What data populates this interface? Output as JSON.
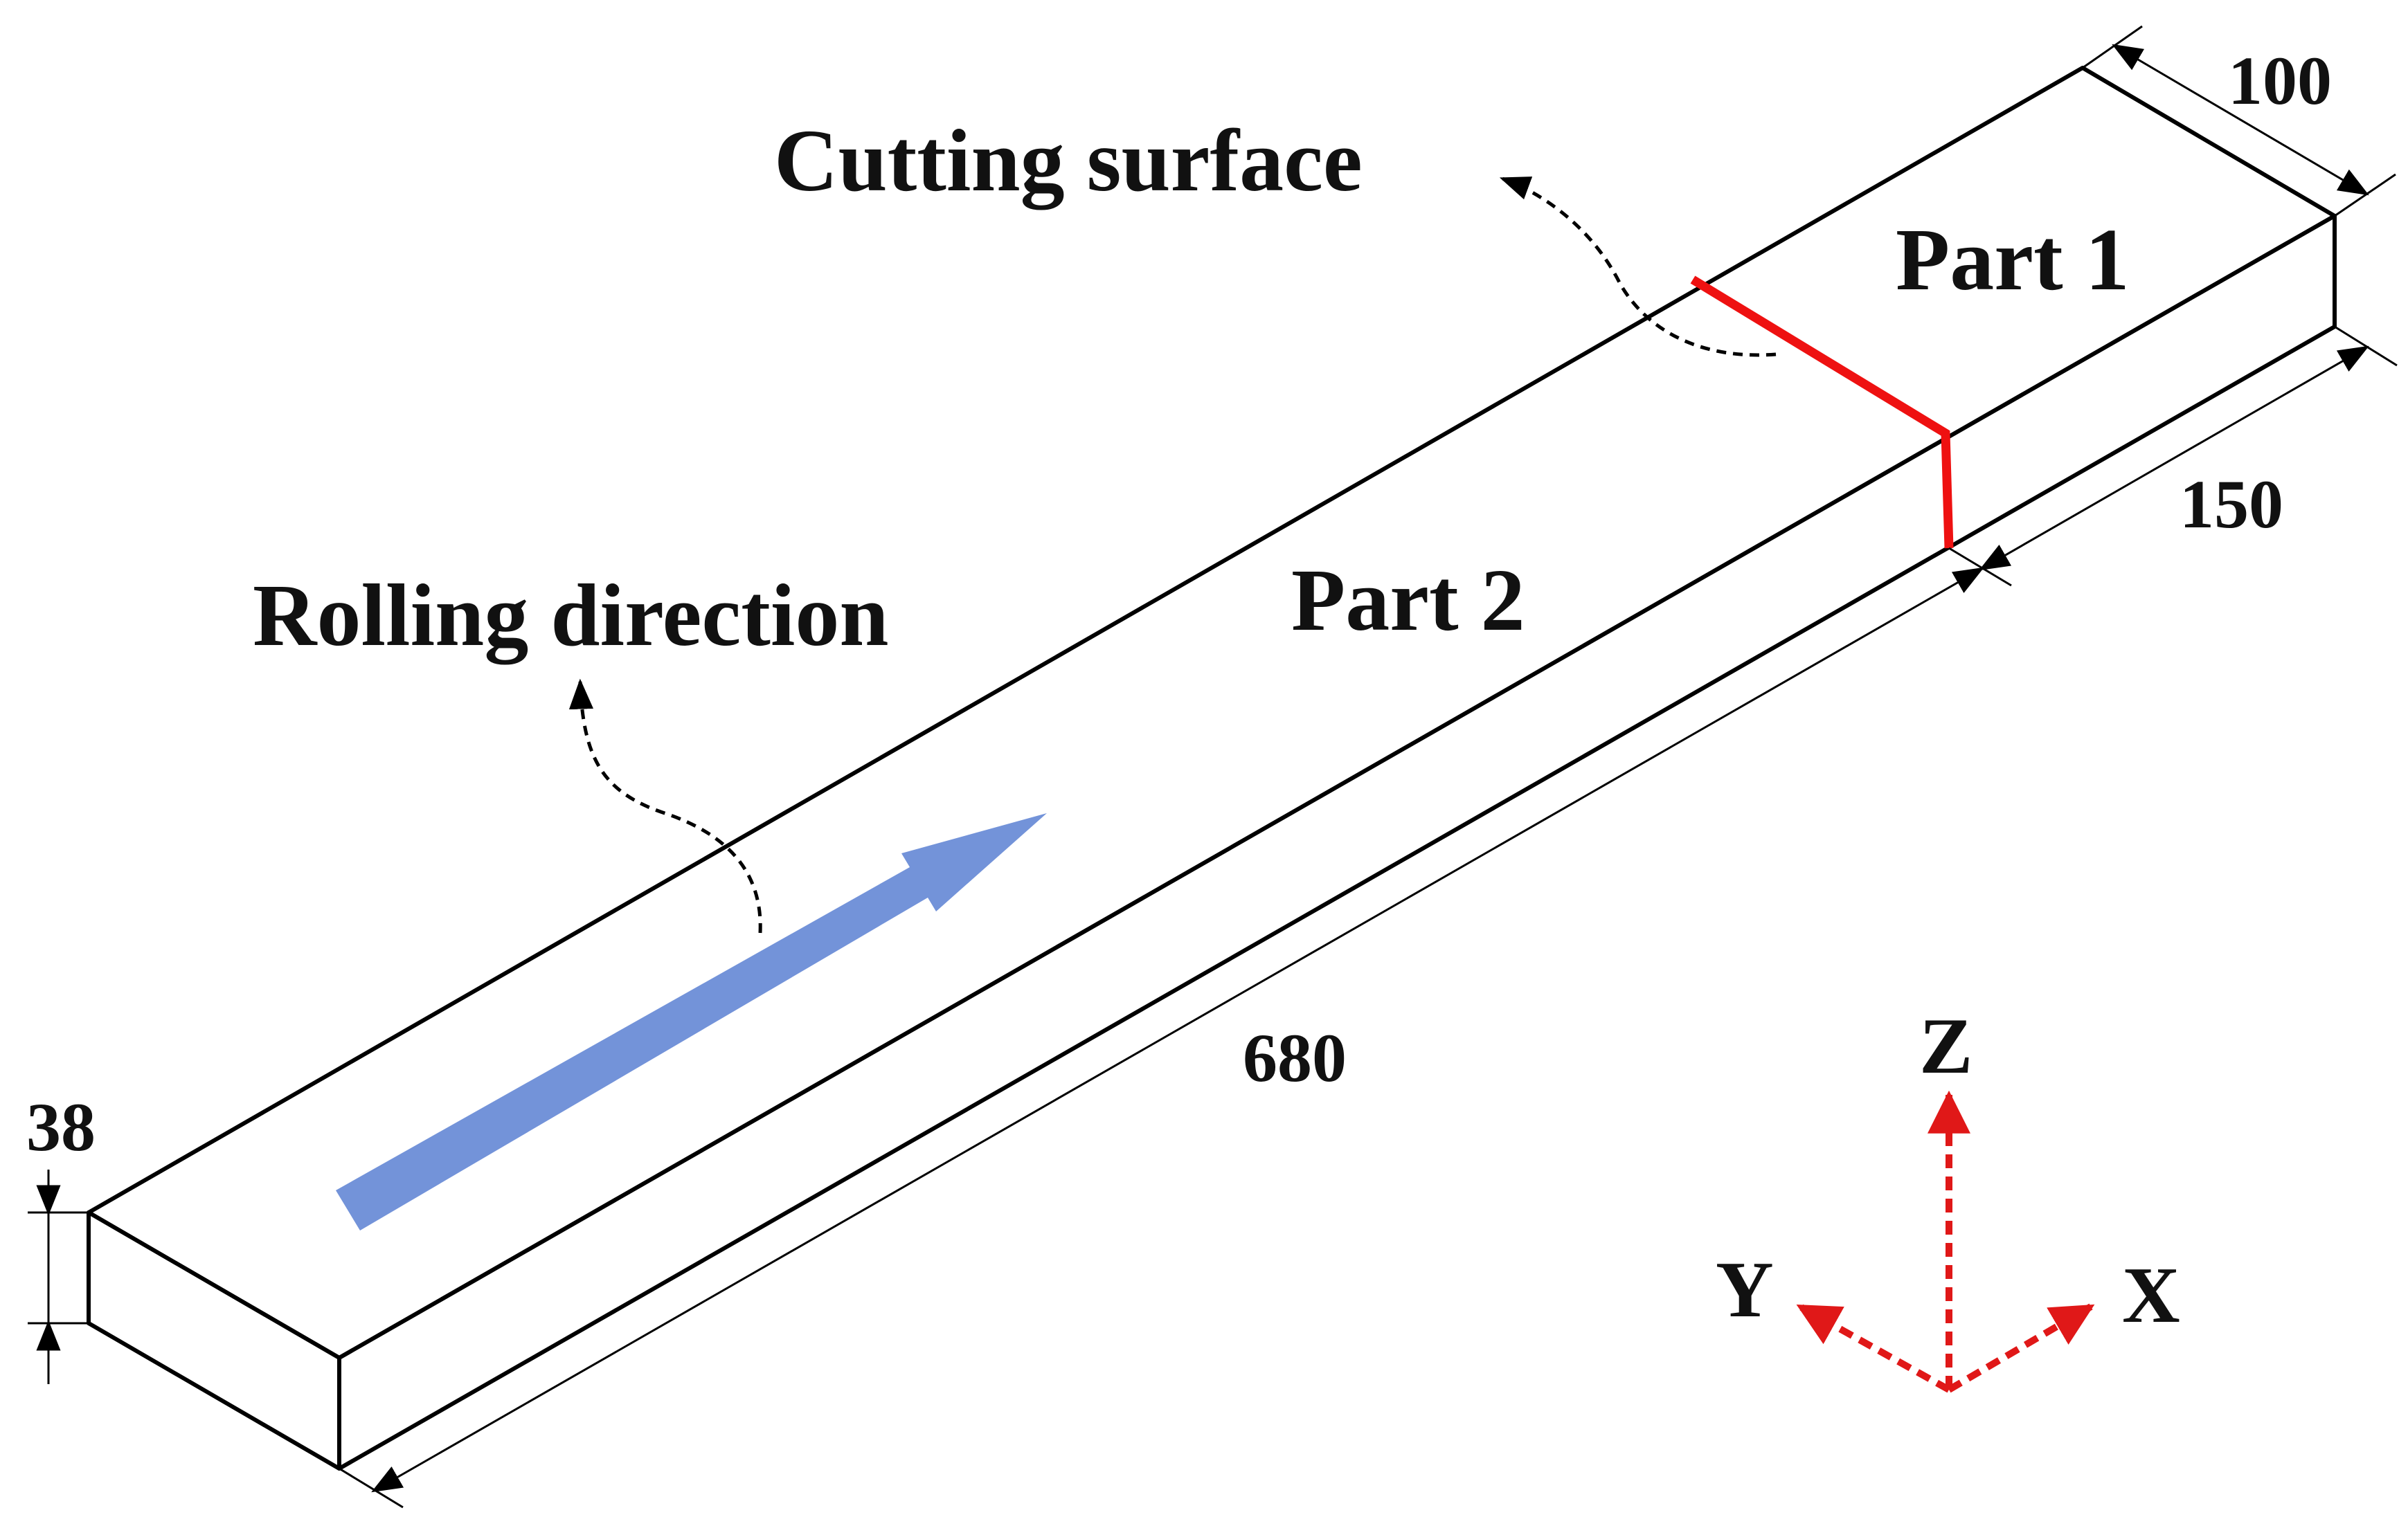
{
  "labels": {
    "cutting_surface": "Cutting surface",
    "part1": "Part 1",
    "part2": "Part 2",
    "rolling_direction": "Rolling direction"
  },
  "dimensions": {
    "width": "100",
    "part1_length": "150",
    "total_length": "680",
    "thickness": "38"
  },
  "axes": {
    "x": "X",
    "y": "Y",
    "z": "Z"
  },
  "colors": {
    "outline": "#000000",
    "cut_line": "#ee1111",
    "rolling_arrow": "#7393d9",
    "axis_arrows": "#e01818"
  }
}
